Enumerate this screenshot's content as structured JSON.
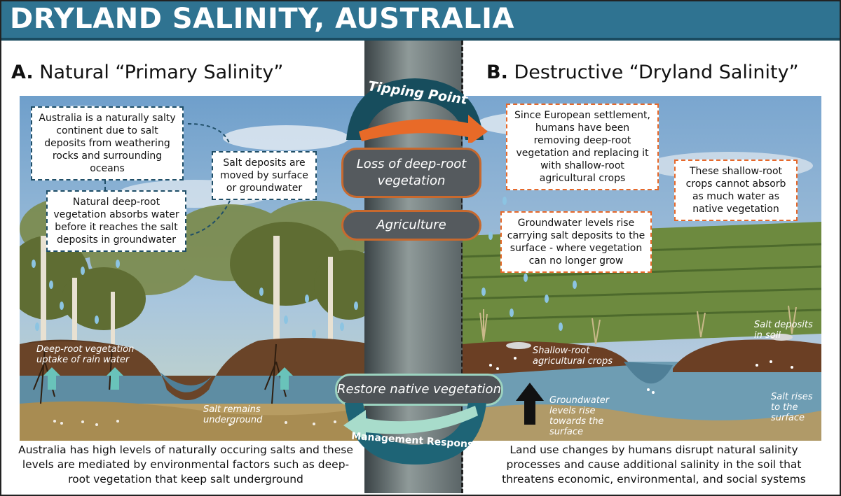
{
  "title": "DRYLAND SALINITY, AUSTRALIA",
  "colors": {
    "banner": "#2f7391",
    "dark_teal": "#1f4e67",
    "orange": "#e6692b",
    "grey_pole": "#5b6468",
    "mint": "#9cd3c0"
  },
  "section_a": {
    "letter": "A.",
    "heading": "Natural “Primary Salinity”",
    "notes": {
      "salty_continent": "Australia is a naturally salty continent due to salt deposits from weathering rocks and surrounding oceans",
      "salt_moved": "Salt deposits are moved by surface or groundwater",
      "deep_root": "Natural deep-root vegetation absorbs water before it reaches the salt deposits in groundwater"
    },
    "scene_labels": {
      "uptake": "Deep-root vegetation uptake of rain water",
      "underground": "Salt remains underground"
    },
    "caption": "Australia has high levels of naturally occuring salts and these levels are mediated by environmental factors such as deep-root vegetation that keep salt underground"
  },
  "center": {
    "tipping_point": "Tipping Point",
    "loss": "Loss of deep-root vegetation",
    "agriculture": "Agriculture",
    "restore": "Restore native vegetation",
    "management": "Management Response"
  },
  "section_b": {
    "letter": "B.",
    "heading": "Destructive “Dryland Salinity”",
    "notes": {
      "settlement": "Since European settlement, humans have been removing deep-root vegetation and replacing it with shallow-root agricultural crops",
      "shallow_crops": "These shallow-root crops cannot absorb as much water as native vegetation",
      "groundwater": "Groundwater levels rise carrying salt deposits to the surface - where vegetation can no longer grow"
    },
    "scene_labels": {
      "salt_soil": "Salt deposits in soil",
      "shallow_root": "Shallow-root agricultural crops",
      "levels_rise": "Groundwater levels rise towards the surface",
      "salt_rises": "Salt rises to the surface"
    },
    "caption": "Land use changes by humans disrupt natural salinity processes and cause additional salinity in the soil that threatens economic, environmental, and social systems"
  }
}
